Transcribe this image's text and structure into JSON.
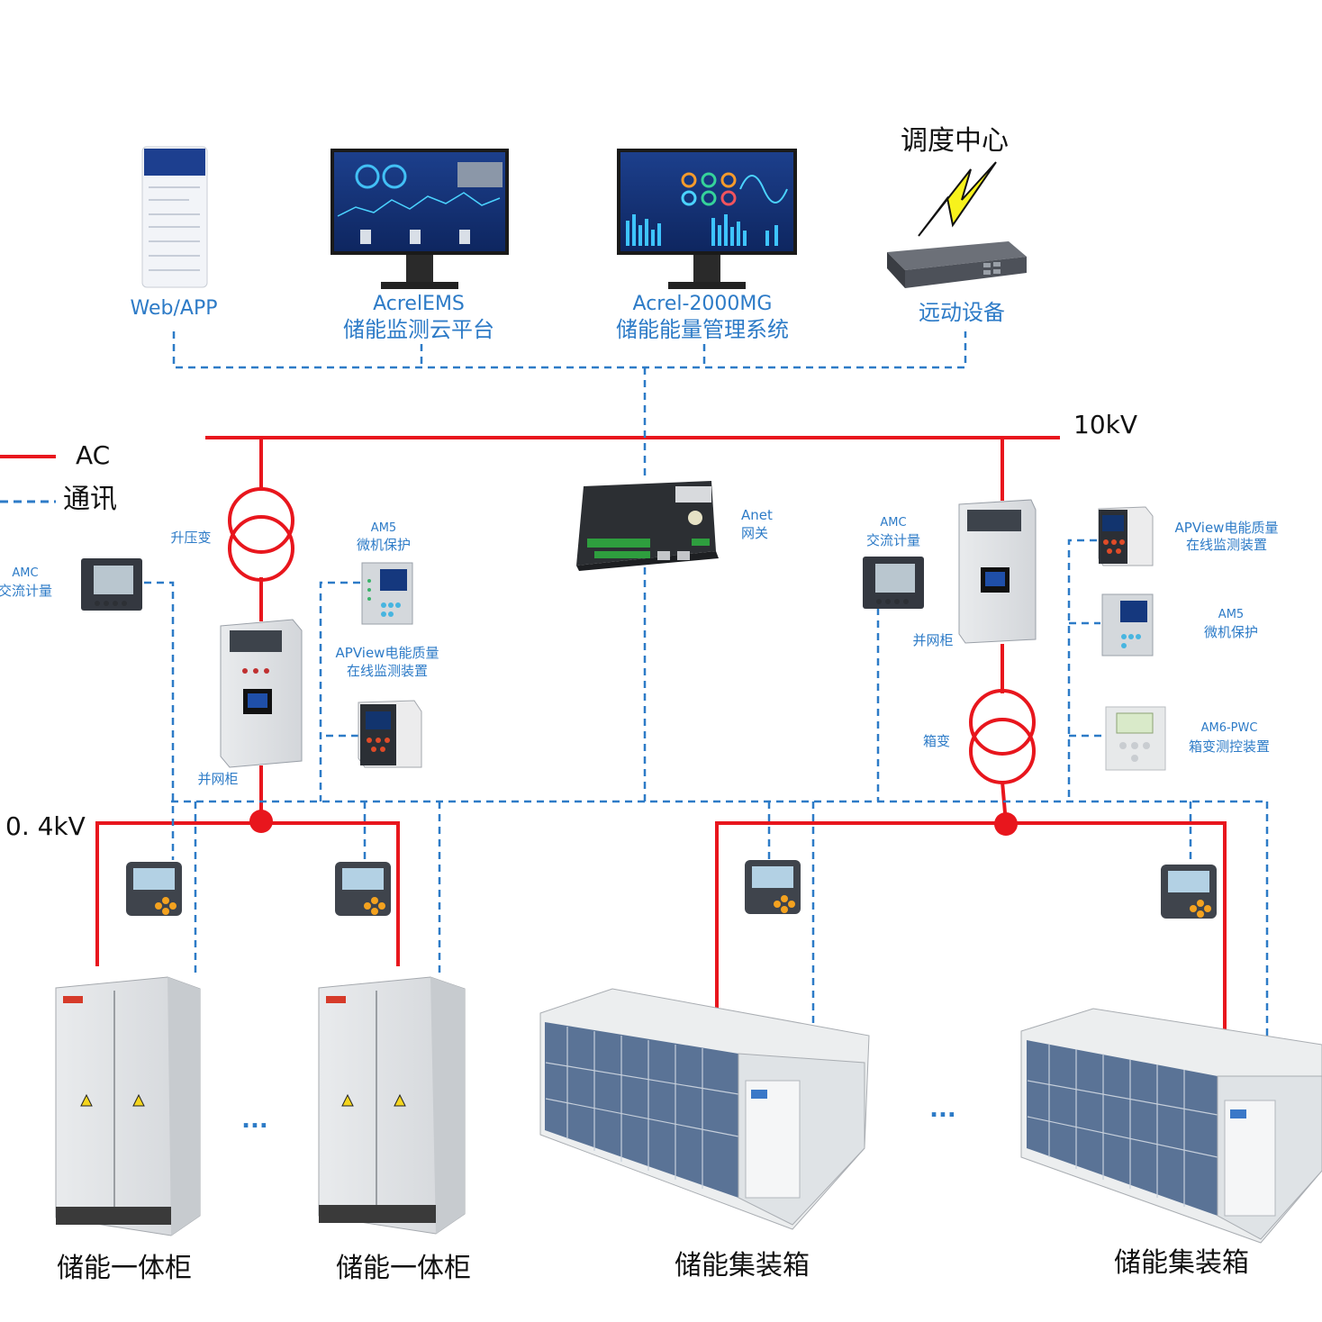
{
  "legend": {
    "ac": "AC",
    "comm": "通讯"
  },
  "bus": {
    "hv": "10kV",
    "lv": "0. 4kV"
  },
  "top": {
    "webapp": "Web/APP",
    "ems_l1": "AcrelEMS",
    "ems_l2": "储能监测云平台",
    "mg_l1": "Acrel-2000MG",
    "mg_l2": "储能能量管理系统",
    "dispatch": "调度中心",
    "remote": "远动设备"
  },
  "gateway": {
    "l1": "Anet",
    "l2": "网关"
  },
  "left": {
    "step_up": "升压变",
    "amc_l1": "AMC",
    "amc_l2": "交流计量",
    "am5_l1": "AM5",
    "am5_l2": "微机保护",
    "apview_l1": "APView电能质量",
    "apview_l2": "在线监测装置",
    "grid_cab": "并网柜"
  },
  "right": {
    "amc_l1": "AMC",
    "amc_l2": "交流计量",
    "grid_cab": "并网柜",
    "apview_l1": "APView电能质量",
    "apview_l2": "在线监测装置",
    "am5_l1": "AM5",
    "am5_l2": "微机保护",
    "box_tr": "箱变",
    "am6_l1": "AM6-PWC",
    "am6_l2": "箱变测控装置"
  },
  "bottom": {
    "cab1": "储能一体柜",
    "cab2": "储能一体柜",
    "cont1": "储能集装箱",
    "cont2": "储能集装箱",
    "dots_left": "...",
    "dots_right": "..."
  },
  "colors": {
    "ac": "#e8161d",
    "comm": "#2d7bc7",
    "screen": "#13347a"
  }
}
